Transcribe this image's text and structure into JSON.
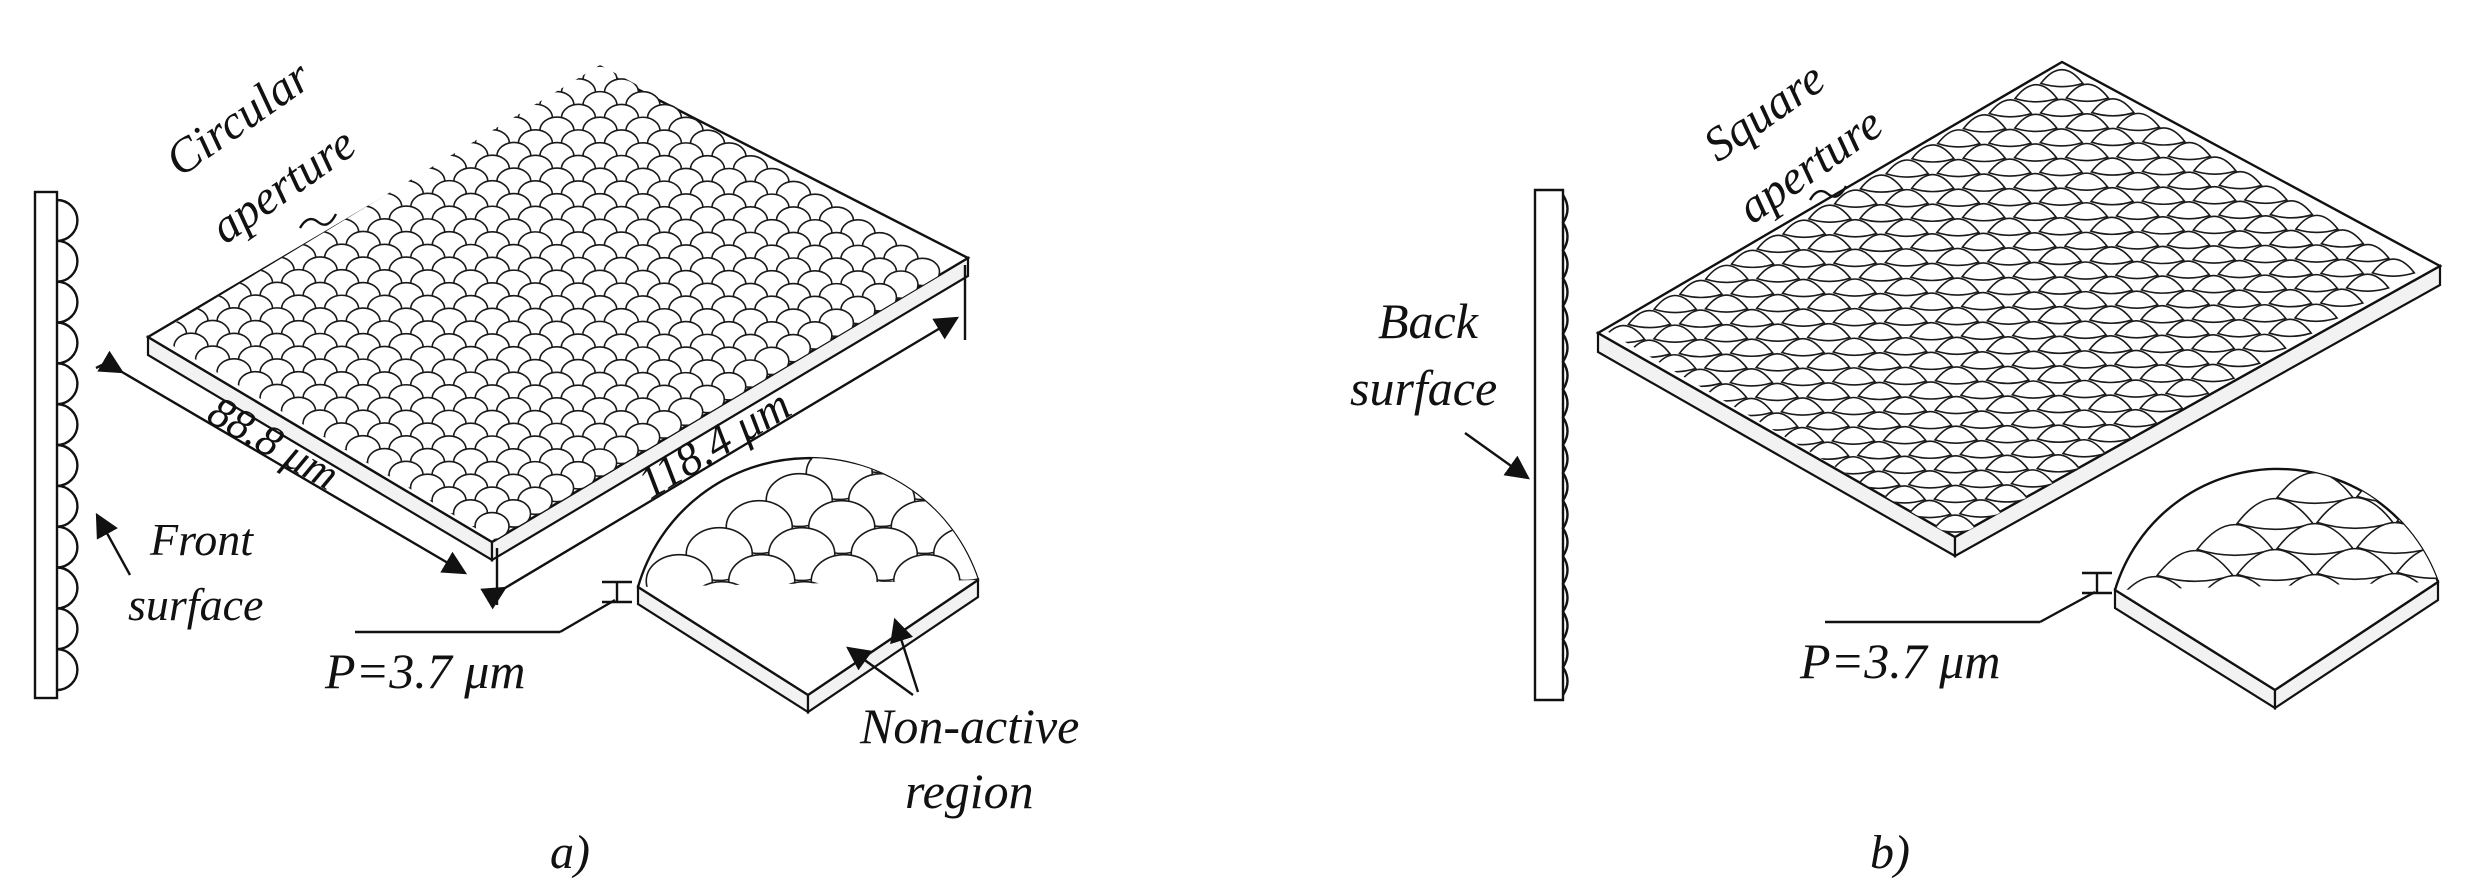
{
  "panel_a": {
    "aperture_label_1": "Circular",
    "aperture_label_2": "aperture",
    "dim_left": "88.8 μm",
    "dim_right": "118.4 μm",
    "surface_label_1": "Front",
    "surface_label_2": "surface",
    "pitch_label": "P=3.7 μm",
    "nonactive_label_1": "Non-active",
    "nonactive_label_2": "region",
    "caption": "a)"
  },
  "panel_b": {
    "aperture_label_1": "Square",
    "aperture_label_2": "aperture",
    "surface_label_1": "Back",
    "surface_label_2": "surface",
    "pitch_label": "P=3.7 μm",
    "caption": "b)"
  }
}
